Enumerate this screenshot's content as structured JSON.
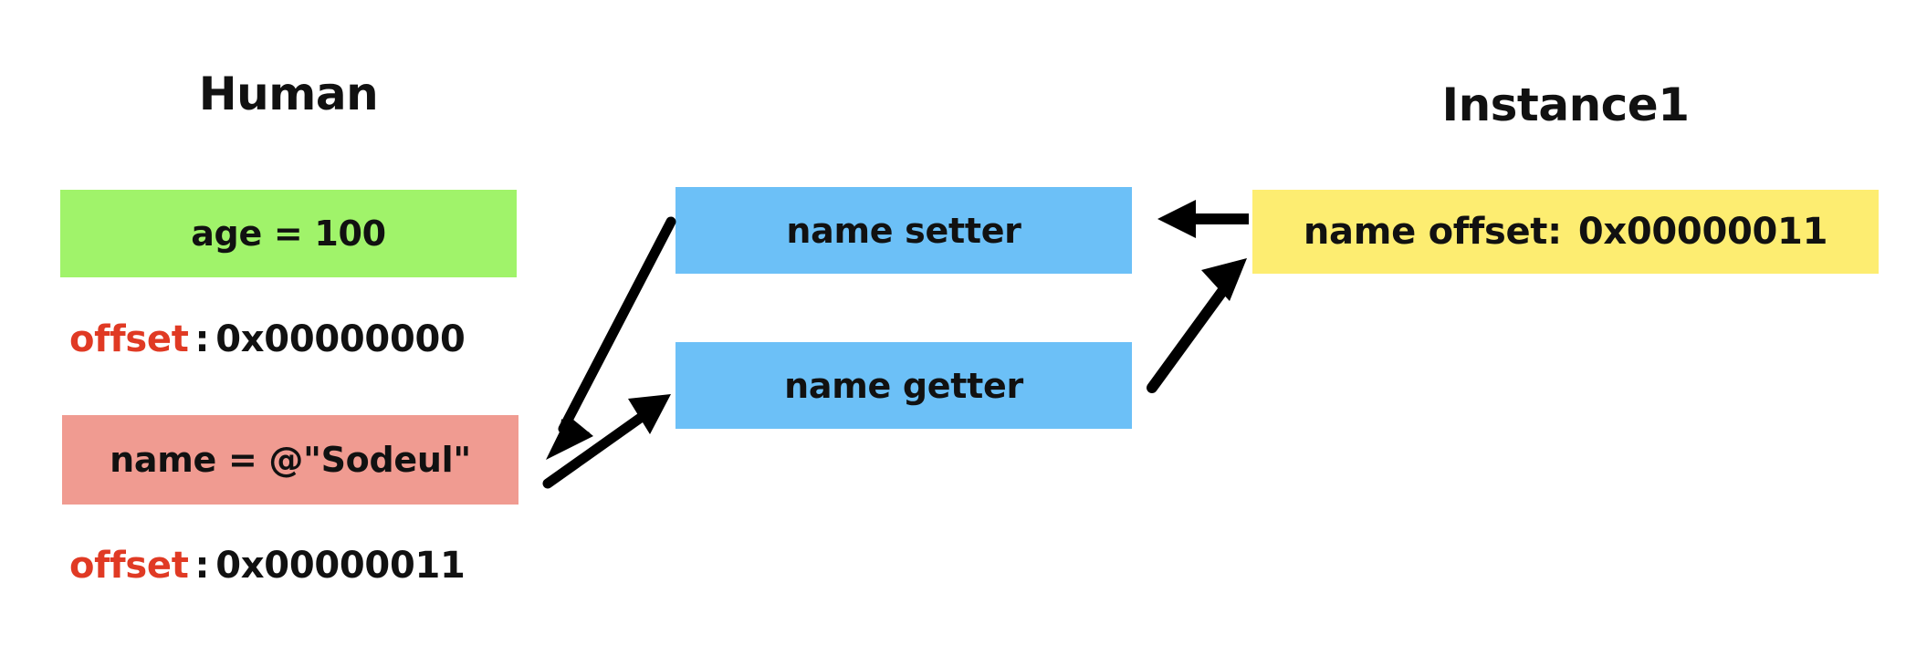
{
  "diagram": {
    "background_color": "#ffffff",
    "class_panel": {
      "title": "Human",
      "fields": [
        {
          "name": "age-field",
          "text": "age = 100",
          "color": "#a0f36a"
        },
        {
          "name": "name-field",
          "text": "name = @\"Sodeul\"",
          "color": "#f09b91"
        }
      ],
      "offsets": [
        {
          "label": "offset",
          "separator": ":",
          "value": "0x00000000",
          "label_color": "#e03a24"
        },
        {
          "label": "offset",
          "separator": ":",
          "value": "0x00000011",
          "label_color": "#e03a24"
        }
      ]
    },
    "accessor_panel": {
      "boxes": [
        {
          "name": "name-setter-box",
          "text": "name setter",
          "color": "#6cc0f7"
        },
        {
          "name": "name-getter-box",
          "text": "name getter",
          "color": "#6cc0f7"
        }
      ]
    },
    "instance_panel": {
      "title": "Instance1",
      "box": {
        "name": "name-offset-box",
        "label": "name offset:",
        "value": "0x00000011",
        "color": "#fded71"
      }
    },
    "arrows": [
      {
        "name": "setter-to-name-arrow",
        "from": "name setter",
        "to": "name field"
      },
      {
        "name": "name-to-getter-arrow",
        "from": "name field",
        "to": "name getter"
      },
      {
        "name": "instance-to-setter-arrow",
        "from": "name offset",
        "to": "name setter"
      },
      {
        "name": "getter-to-instance-arrow",
        "from": "name getter",
        "to": "name offset"
      }
    ]
  }
}
